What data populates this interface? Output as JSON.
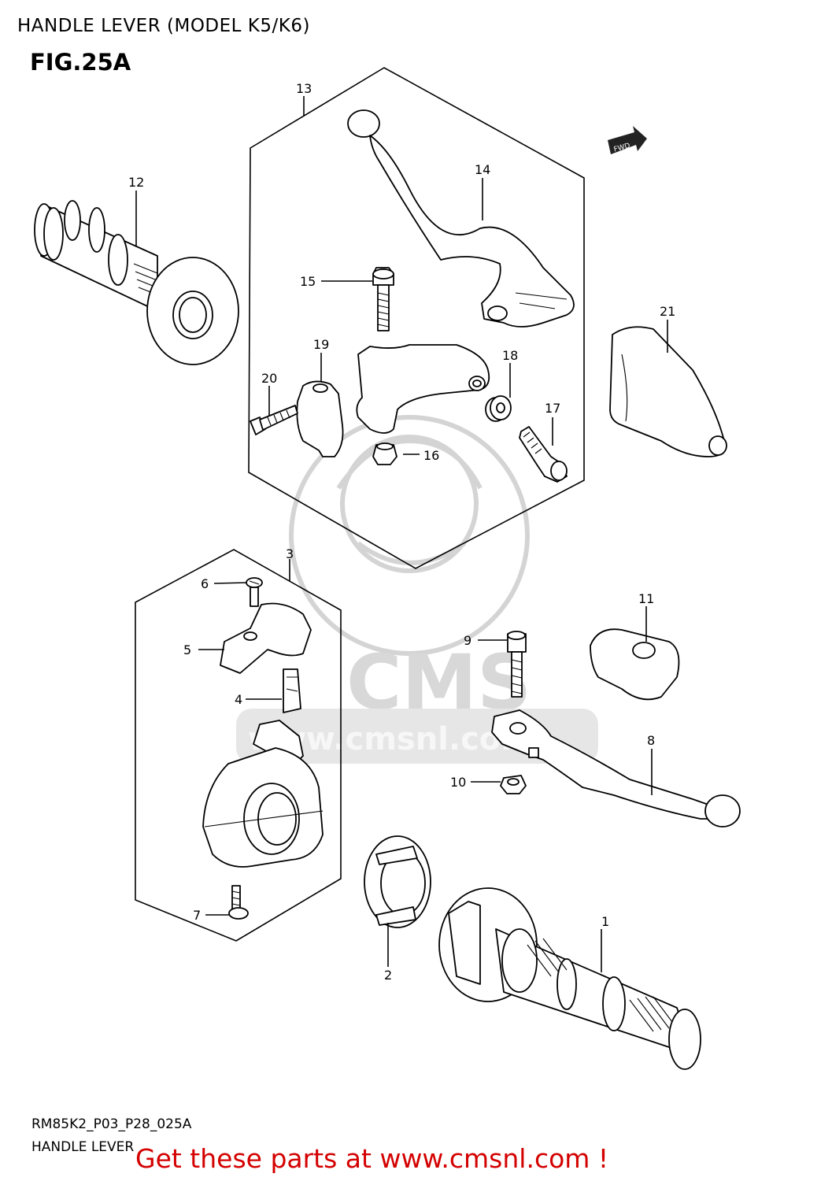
{
  "header": {
    "title": "HANDLE LEVER (MODEL K5/K6)",
    "figure": "FIG.25A"
  },
  "fwd_badge": "FWD",
  "callouts": [
    "1",
    "2",
    "3",
    "4",
    "5",
    "6",
    "7",
    "8",
    "9",
    "10",
    "11",
    "12",
    "13",
    "14",
    "15",
    "16",
    "17",
    "18",
    "19",
    "20",
    "21"
  ],
  "watermark": {
    "brand": "CMS",
    "url": "www.cmsnl.com"
  },
  "footer": {
    "code": "RM85K2_P03_P28_025A",
    "caption": "HANDLE LEVER"
  },
  "promo": "Get these parts at www.cmsnl.com !",
  "colors": {
    "promo": "#d40000",
    "line": "#000000",
    "watermark": "#d4d4d4"
  }
}
